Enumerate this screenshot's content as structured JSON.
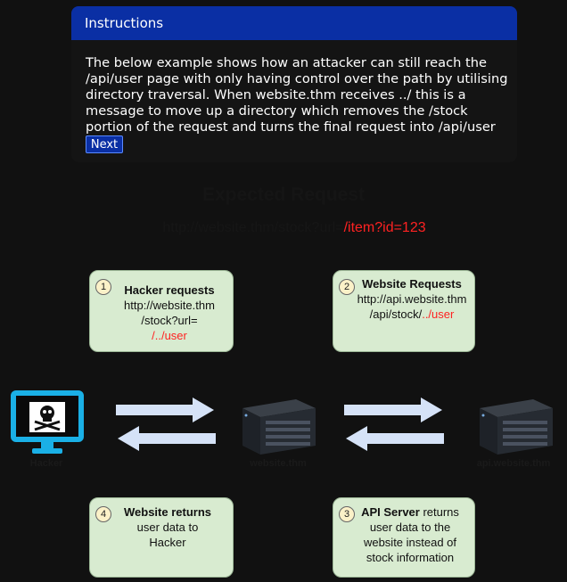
{
  "instructions": {
    "title": "Instructions",
    "lines": [
      "The below example shows how an attacker can still reach the",
      "/api/user page with only having control over the path by utilising",
      "directory traversal. When website.thm receives ../ this is a",
      "message to move up a directory which removes the /stock",
      "portion of the request and turns the final request into /api/user"
    ],
    "next_label": "Next"
  },
  "diagram": {
    "title": "Expected Request",
    "url_prefix": "http://website.thm/stock?url=",
    "url_suffix": "/item?id=123",
    "step1": {
      "num": "1",
      "heading": "Hacker requests",
      "line1": "http://website.thm",
      "line2": "/stock?url=",
      "line3": "/../user"
    },
    "step2": {
      "num": "2",
      "heading": "Website Requests",
      "line1": "http://api.website.thm",
      "line2_prefix": "/api/stock/",
      "line2_suffix": "../user"
    },
    "step3": {
      "num": "3",
      "heading": "API Server",
      "heading_rest": " returns",
      "line1": "user data to the",
      "line2": "website instead of",
      "line3": "stock information"
    },
    "step4": {
      "num": "4",
      "heading": "Website returns",
      "line1": "user data to",
      "line2": "Hacker"
    },
    "nodes": {
      "hacker": "Hacker",
      "website": "website.thm",
      "api": "api.website.thm"
    }
  },
  "colors": {
    "header_blue": "#0a2fa4",
    "box_green": "#d8ebd0",
    "arrow": "#d5e2f7",
    "monitor": "#1ab0e6",
    "highlight_red": "#ff2222"
  }
}
